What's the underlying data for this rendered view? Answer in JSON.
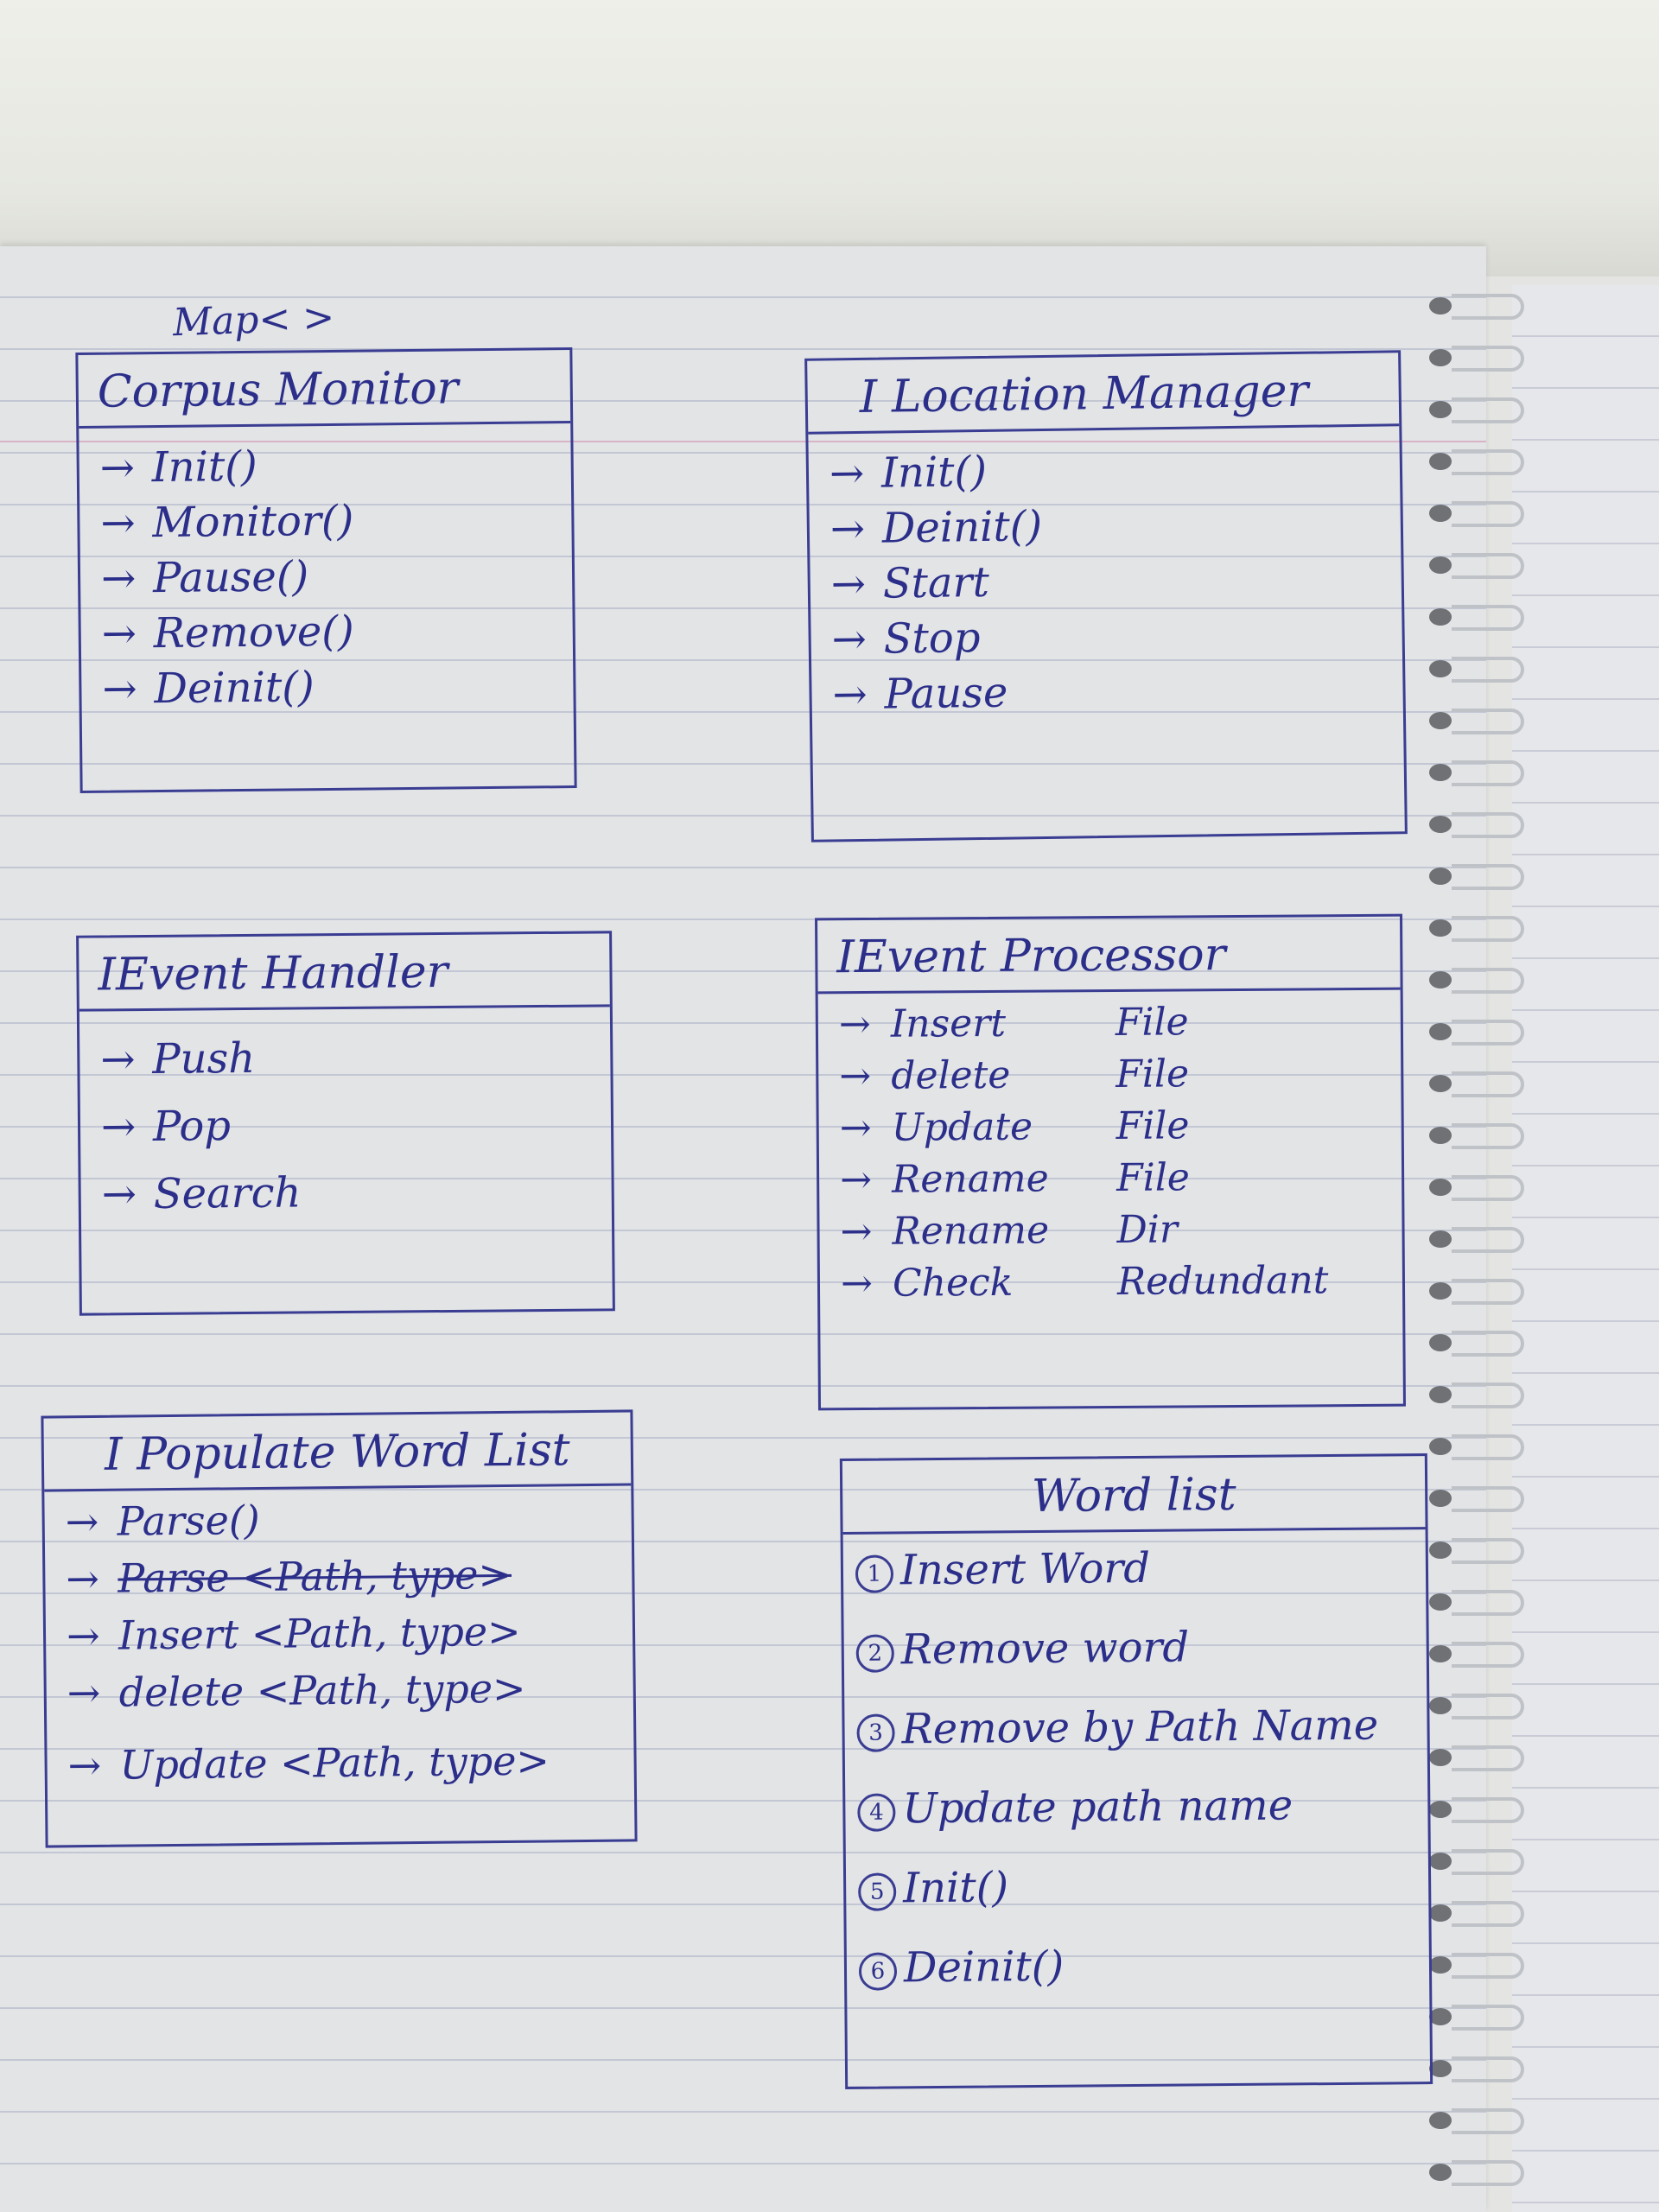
{
  "note": "Map<   >",
  "boxes": [
    {
      "title": "Corpus Monitor",
      "items": [
        "Init()",
        "Monitor()",
        "Pause()",
        "Remove()",
        "Deinit()"
      ]
    },
    {
      "title": "I Location Manager",
      "items": [
        "Init()",
        "Deinit()",
        "Start",
        "Stop",
        "Pause"
      ]
    },
    {
      "title": "IEvent Handler",
      "items": [
        "Push",
        "Pop",
        "Search"
      ]
    },
    {
      "title": "IEvent Processor",
      "rows": [
        {
          "action": "Insert",
          "object": "File"
        },
        {
          "action": "delete",
          "object": "File"
        },
        {
          "action": "Update",
          "object": "File"
        },
        {
          "action": "Rename",
          "object": "File"
        },
        {
          "action": "Rename",
          "object": "Dir"
        },
        {
          "action": "Check",
          "object": "Redundant"
        }
      ]
    },
    {
      "title": "I Populate Word List",
      "items": [
        "Parse()",
        "Parse <Path, type>",
        "Insert <Path, type>",
        "delete <Path, type>",
        "Update <Path, type>"
      ]
    },
    {
      "title": "Word list",
      "numbered": [
        {
          "n": "1",
          "text": "Insert Word"
        },
        {
          "n": "2",
          "text": "Remove word"
        },
        {
          "n": "3",
          "text": "Remove by Path Name"
        },
        {
          "n": "4",
          "text": "Update path name"
        },
        {
          "n": "5",
          "text": "Init()"
        },
        {
          "n": "6",
          "text": "Deinit()"
        }
      ]
    }
  ],
  "colors": {
    "ink": "#2c2f8a",
    "paper": "#e2e4e6",
    "rule": "#c3c7d4",
    "margin": "#d9b3c6"
  }
}
